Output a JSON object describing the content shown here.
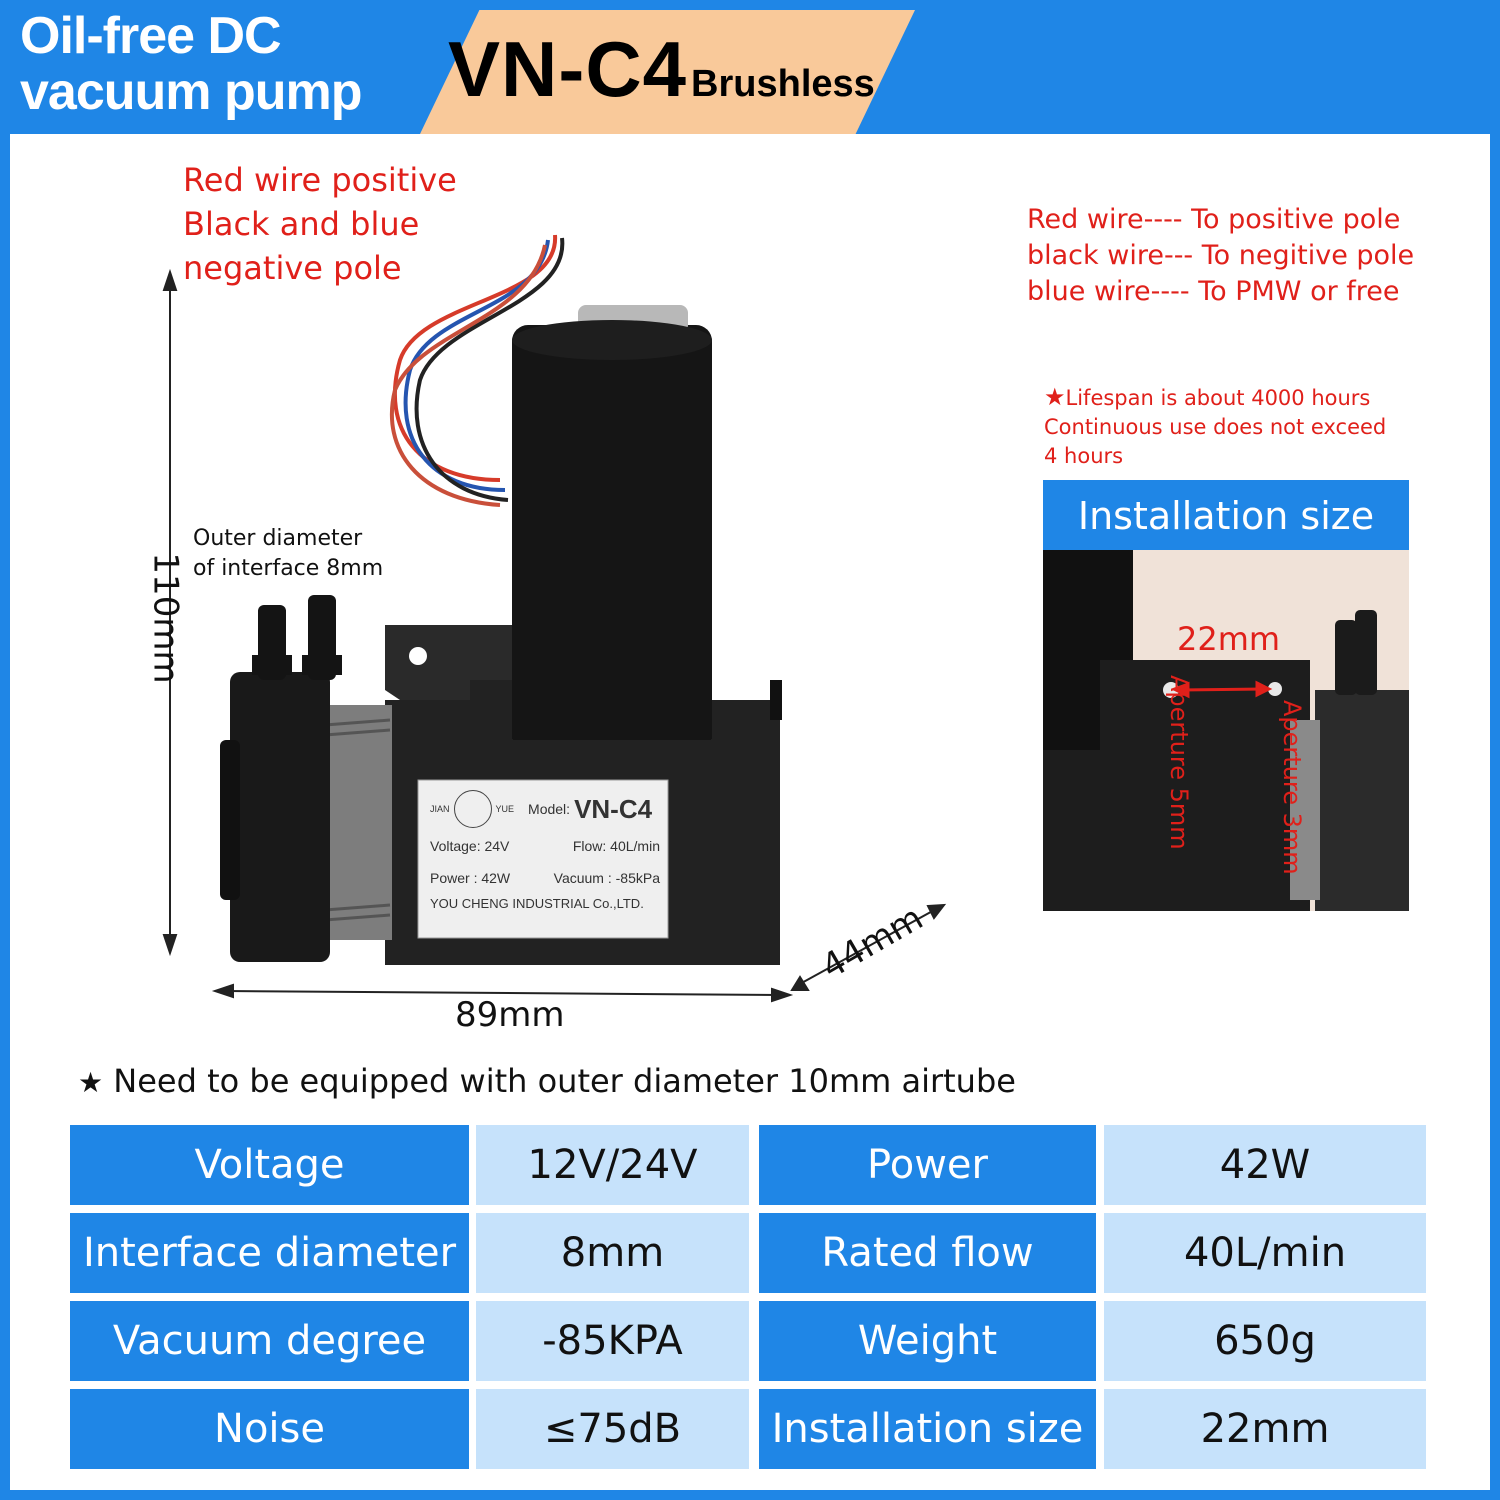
{
  "header": {
    "title_line1": "Oil-free DC",
    "title_line2": "vacuum pump",
    "model": "VN-C4",
    "model_suffix": "Brushless"
  },
  "wiring_note": {
    "line1": "Red wire positive",
    "line2": "Black and blue",
    "line3": "negative pole"
  },
  "wire_legend": {
    "red": "Red wire---- To positive pole",
    "black": "black wire--- To negitive pole",
    "blue": "blue wire---- To PMW or free"
  },
  "lifespan": {
    "line1": "Lifespan is about 4000 hours",
    "line2": "Continuous use does not exceed",
    "line3": "4 hours"
  },
  "dimensions": {
    "height": "110mm",
    "width": "89mm",
    "depth": "44mm",
    "interface_note_line1": "Outer diameter",
    "interface_note_line2": "of interface 8mm"
  },
  "product_label": {
    "brand_left": "JIAN",
    "brand_right": "YUE",
    "model_prefix": "Model:",
    "model": "VN-C4",
    "voltage": "Voltage:  24V",
    "flow": "Flow:   40L/min",
    "power": "Power :  42W",
    "vacuum": "Vacuum :  -85kPa",
    "maker": "YOU CHENG INDUSTRIAL Co.,LTD."
  },
  "installation": {
    "title": "Installation size",
    "spacing": "22mm",
    "aperture_left": "Aperture 5mm",
    "aperture_right": "Aperture 3mm"
  },
  "note": "Need to be equipped with outer diameter 10mm airtube",
  "specs": [
    {
      "label_a": "Voltage",
      "value_a": "12V/24V",
      "label_b": "Power",
      "value_b": "42W"
    },
    {
      "label_a": "Interface diameter",
      "value_a": "8mm",
      "label_b": "Rated flow",
      "value_b": "40L/min"
    },
    {
      "label_a": "Vacuum degree",
      "value_a": "-85KPA",
      "label_b": "Weight",
      "value_b": "650g"
    },
    {
      "label_a": "Noise",
      "value_a": "≤75dB",
      "label_b": "Installation size",
      "value_b": "22mm"
    }
  ],
  "colors": {
    "brand_blue": "#1f86e6",
    "banner_orange": "#f9c99a",
    "note_red": "#e0201a",
    "value_cell": "#c6e2fb"
  },
  "icons": [
    "star-icon",
    "star-icon-red"
  ]
}
